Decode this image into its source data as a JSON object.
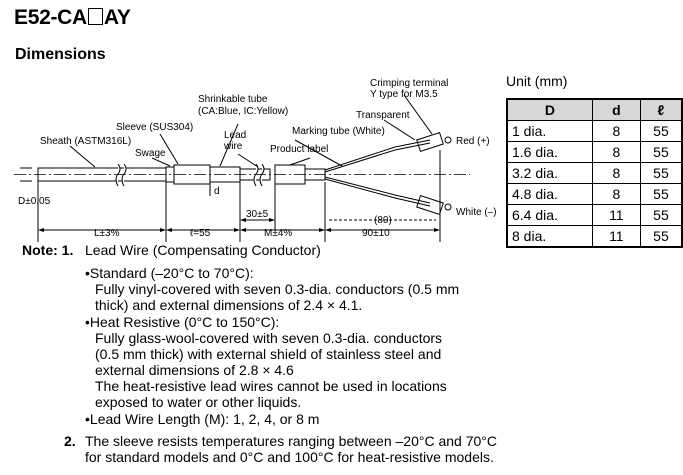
{
  "title": {
    "prefix": "E52-CA",
    "suffix": "AY"
  },
  "subtitle": "Dimensions",
  "diagram": {
    "labels": {
      "sheath": "Sheath (ASTM316L)",
      "sleeve": "Sleeve (SUS304)",
      "swage": "Swage",
      "shrinkable1": "Shrinkable tube",
      "shrinkable2": "(CA:Blue, IC:Yellow)",
      "lead1": "Lead",
      "lead2": "wire",
      "marking": "Marking tube (White)",
      "product": "Product label",
      "crimp1": "Crimping terminal",
      "crimp2": "Y type for M3.5",
      "transparent": "Transparent",
      "red": "Red (+)",
      "white": "White (–)",
      "d_small": "d",
      "D": "D±0.05",
      "L": "L±3%",
      "l": "ℓ=55",
      "dim30": "30±5",
      "M": "M±4%",
      "dim80": "(80)",
      "dim90": "90±10"
    }
  },
  "unit_label": "Unit (mm)",
  "table": {
    "headers": [
      "D",
      "d",
      "ℓ"
    ],
    "rows": [
      [
        "1 dia.",
        "8",
        "55"
      ],
      [
        "1.6 dia.",
        "8",
        "55"
      ],
      [
        "3.2 dia.",
        "8",
        "55"
      ],
      [
        "4.8 dia.",
        "8",
        "55"
      ],
      [
        "6.4 dia.",
        "11",
        "55"
      ],
      [
        "8 dia.",
        "11",
        "55"
      ]
    ]
  },
  "notes": {
    "n1_label": "Note: 1.",
    "n1_title": "Lead Wire (Compensating Conductor)",
    "std_head": "•Standard (–20°C to 70°C):",
    "std_1": "Fully vinyl-covered with seven 0.3-dia. conductors (0.5 mm",
    "std_2": "thick) and external dimensions of 2.4 × 4.1.",
    "heat_head": "•Heat Resistive (0°C to 150°C):",
    "heat_1": "Fully glass-wool-covered with seven 0.3-dia. conductors",
    "heat_2": "(0.5 mm thick) with external shield of stainless steel and",
    "heat_3": "external dimensions of 2.8 × 4.6",
    "heat_4": "The heat-resistive lead wires cannot be used in locations",
    "heat_5": "exposed to water or other liquids.",
    "length": "•Lead Wire Length (M): 1, 2, 4, or 8 m",
    "n2_label": "2.",
    "n2_1": "The sleeve resists temperatures ranging between –20°C and 70°C",
    "n2_2": "for standard models and 0°C and 100°C for heat-resistive models."
  }
}
